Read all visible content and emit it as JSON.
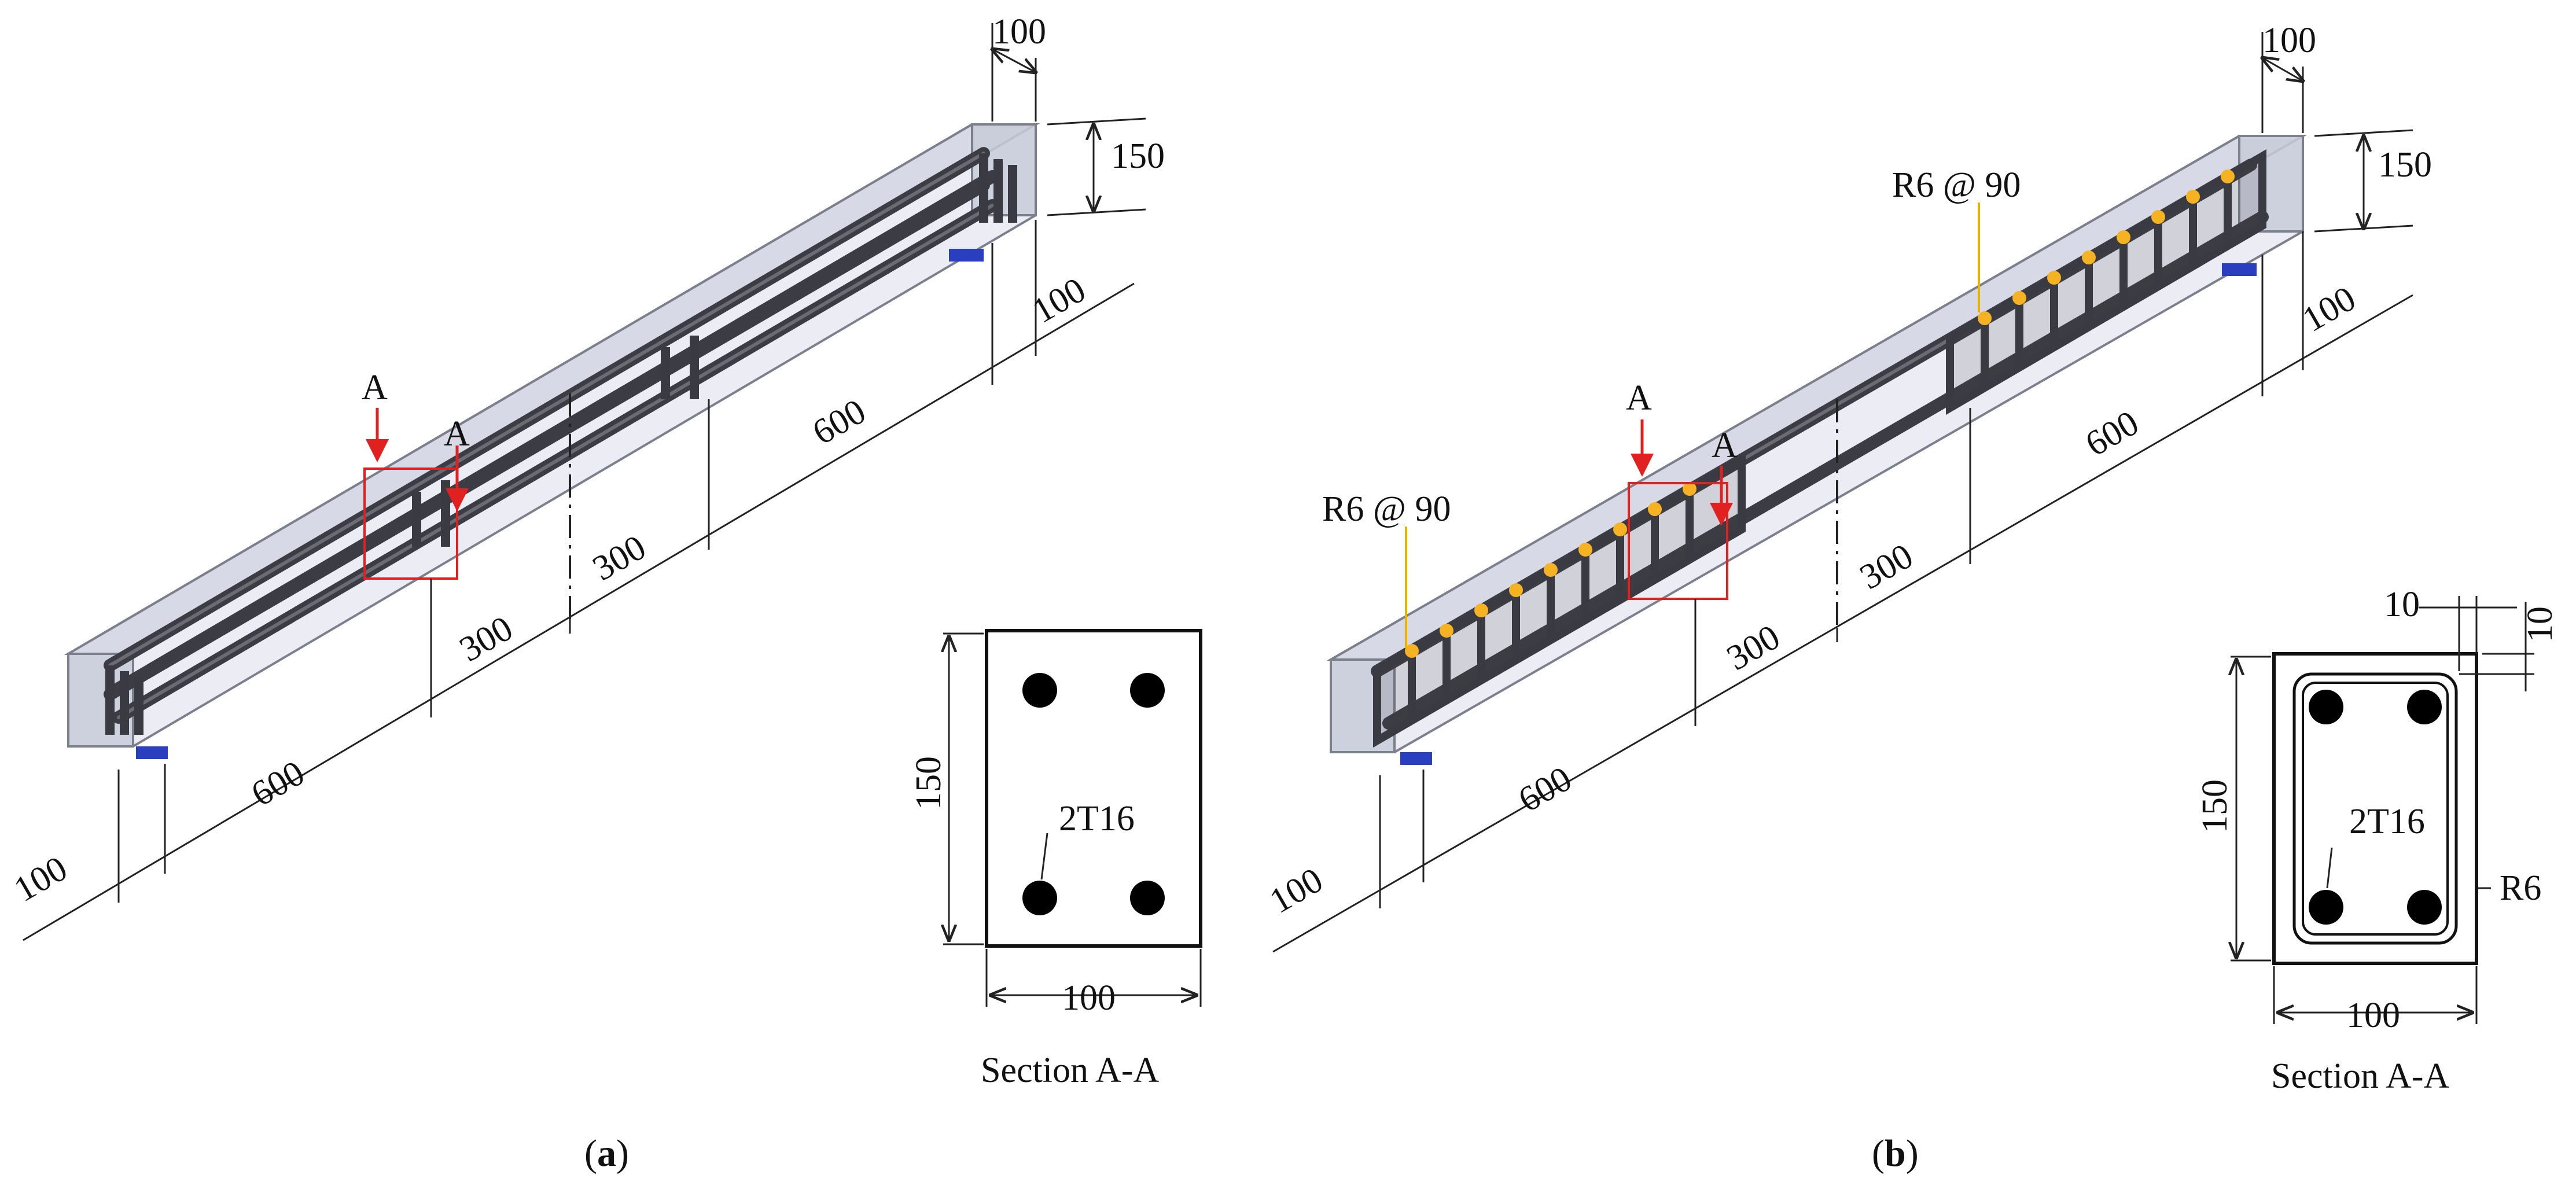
{
  "panels": [
    {
      "caption_open": "(",
      "caption_letter": "a",
      "caption_close": ")",
      "section_title": "Section A-A",
      "section_depth": "150",
      "section_width": "100",
      "section_bars": "2T16",
      "cut_label_1": "A",
      "cut_label_2": "A",
      "dim_end_left": "100",
      "dim_shear_left": "600",
      "dim_mid_left": "300",
      "dim_mid_right": "300",
      "dim_shear_right": "600",
      "dim_end_right": "100",
      "dim_top_width": "100",
      "dim_top_depth": "150"
    },
    {
      "caption_open": "(",
      "caption_letter": "b",
      "caption_close": ")",
      "section_title": "Section A-A",
      "section_depth": "150",
      "section_width": "100",
      "section_bars": "2T16",
      "section_stirrup": "R6",
      "section_cover_x": "10",
      "section_cover_y": "10",
      "stirrup_left": "R6 @ 90",
      "stirrup_right": "R6 @ 90",
      "cut_label_1": "A",
      "cut_label_2": "A",
      "dim_end_left": "100",
      "dim_shear_left": "600",
      "dim_mid_left": "300",
      "dim_mid_right": "300",
      "dim_shear_right": "600",
      "dim_end_right": "100",
      "dim_top_width": "100",
      "dim_top_depth": "150"
    }
  ],
  "colors": {
    "concrete": "#e4e6f0",
    "rebar": "#3c3c44",
    "stirrup_highlight": "#f5b324",
    "support_plate": "#2a3fc0",
    "section_cut": "#e12020",
    "callout_leader": "#e8b400"
  }
}
